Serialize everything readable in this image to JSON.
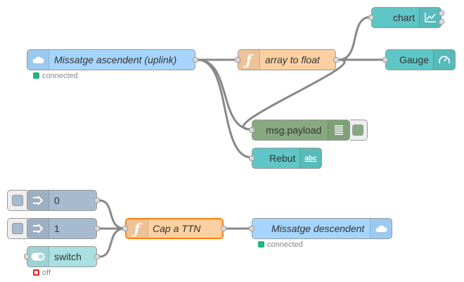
{
  "nodes": {
    "mqtt_in": {
      "label": "Missatge ascendent (uplink)",
      "status": "connected",
      "icon": "cloud-icon"
    },
    "array_to_float": {
      "label": "array to float",
      "icon": "function-icon"
    },
    "chart": {
      "label": "chart",
      "icon": "chart-icon"
    },
    "gauge": {
      "label": "Gauge",
      "icon": "gauge-icon"
    },
    "debug": {
      "label": "msg.payload",
      "icon": "debug-list-icon"
    },
    "rebut": {
      "label": "Rebut",
      "icon": "abc-text-icon",
      "icon_text": "abc"
    },
    "inject_0": {
      "label": "0",
      "icon": "inject-arrow-icon"
    },
    "inject_1": {
      "label": "1",
      "icon": "inject-arrow-icon"
    },
    "switch": {
      "label": "switch",
      "status": "off",
      "icon": "toggle-icon"
    },
    "cap_a_ttn": {
      "label": "Cap a TTN",
      "icon": "function-icon"
    },
    "mqtt_out": {
      "label": "Missatge descendent",
      "status": "connected",
      "icon": "cloud-icon"
    }
  },
  "colors": {
    "mqtt": "#a6d6ff",
    "function": "#fdd0a2",
    "dashboard": "#5ec6c6",
    "debug": "#87a980",
    "inject": "#a6bbcf",
    "switch": "#a9e0e0",
    "wire": "#888888",
    "status_connected": "#21b47c",
    "status_off": "#e02020"
  }
}
